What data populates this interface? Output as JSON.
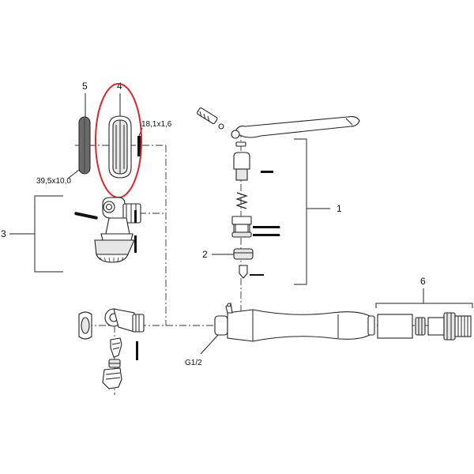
{
  "callouts": {
    "c1": "1",
    "c2": "2",
    "c3": "3",
    "c4": "4",
    "c5": "5",
    "c6": "6"
  },
  "dimensions": {
    "oring_large": "39,5x10,0",
    "oring_small": "18,1x1,6",
    "thread": "G1/2"
  },
  "colors": {
    "highlight": "#d7262e",
    "ink": "#222222"
  }
}
